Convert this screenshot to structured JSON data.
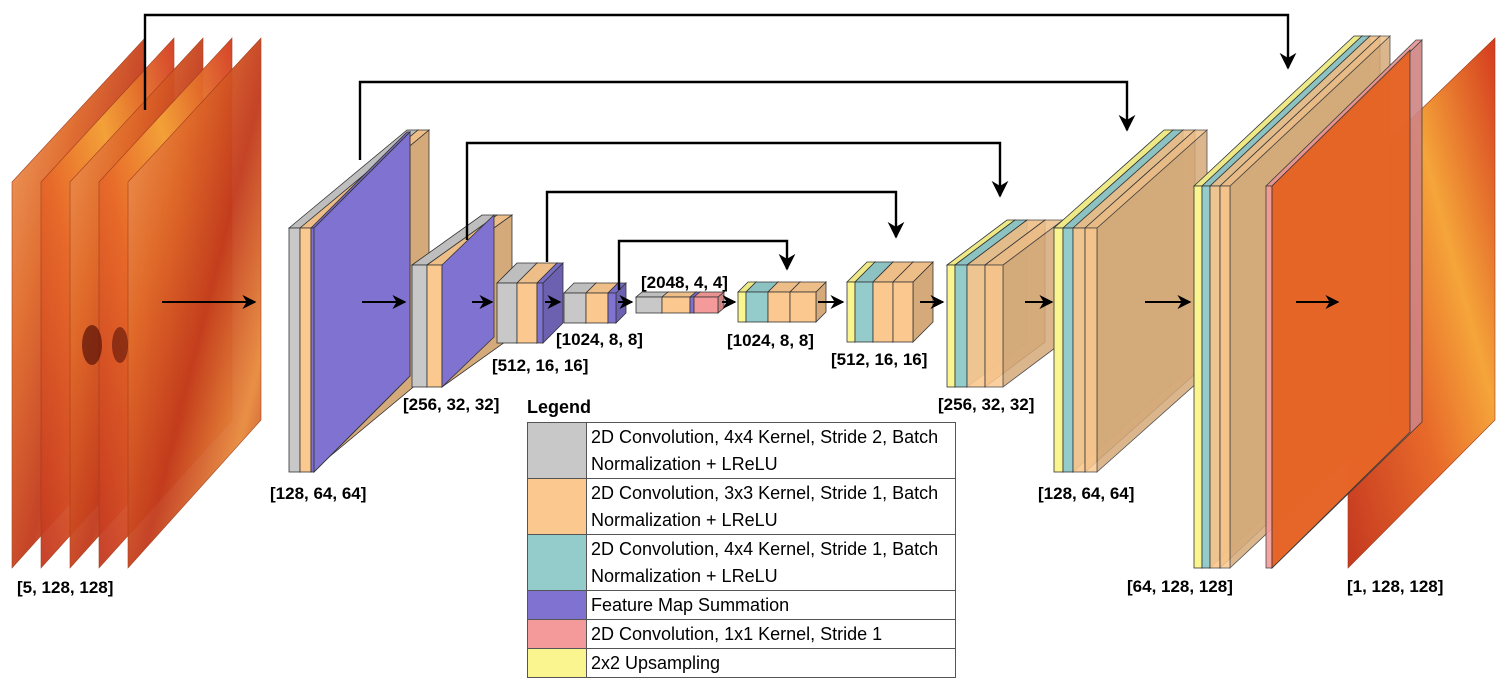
{
  "colors": {
    "conv4x4s2": "#c8c8c8",
    "conv3x3s1": "#fbc88f",
    "conv4x4s1": "#93cccb",
    "sum": "#7f72d0",
    "conv1x1": "#f59a9a",
    "upsample": "#faf58e"
  },
  "shapes": {
    "input": "[5, 128, 128]",
    "enc1": "[128, 64, 64]",
    "enc2": "[256, 32, 32]",
    "enc3": "[512, 16, 16]",
    "enc4": "[1024, 8, 8]",
    "bottleneck": "[2048, 4, 4]",
    "dec4": "[1024, 8, 8]",
    "dec3": "[512, 16, 16]",
    "dec2": "[256, 32, 32]",
    "dec1": "[128, 64, 64]",
    "dec0": "[64, 128, 128]",
    "output": "[1, 128, 128]"
  },
  "legend": {
    "title": "Legend",
    "items": [
      {
        "color_key": "conv4x4s2",
        "text": " 2D Convolution, 4x4 Kernel, Stride 2, Batch Normalization + LReLU"
      },
      {
        "color_key": "conv3x3s1",
        "text": " 2D Convolution, 3x3 Kernel, Stride 1, Batch Normalization + LReLU"
      },
      {
        "color_key": "conv4x4s1",
        "text": "2D Convolution, 4x4 Kernel, Stride 1, Batch Normalization + LReLU"
      },
      {
        "color_key": "sum",
        "text": "Feature Map Summation"
      },
      {
        "color_key": "conv1x1",
        "text": " 2D Convolution, 1x1 Kernel, Stride 1"
      },
      {
        "color_key": "upsample",
        "text": "2x2 Upsampling"
      }
    ]
  }
}
